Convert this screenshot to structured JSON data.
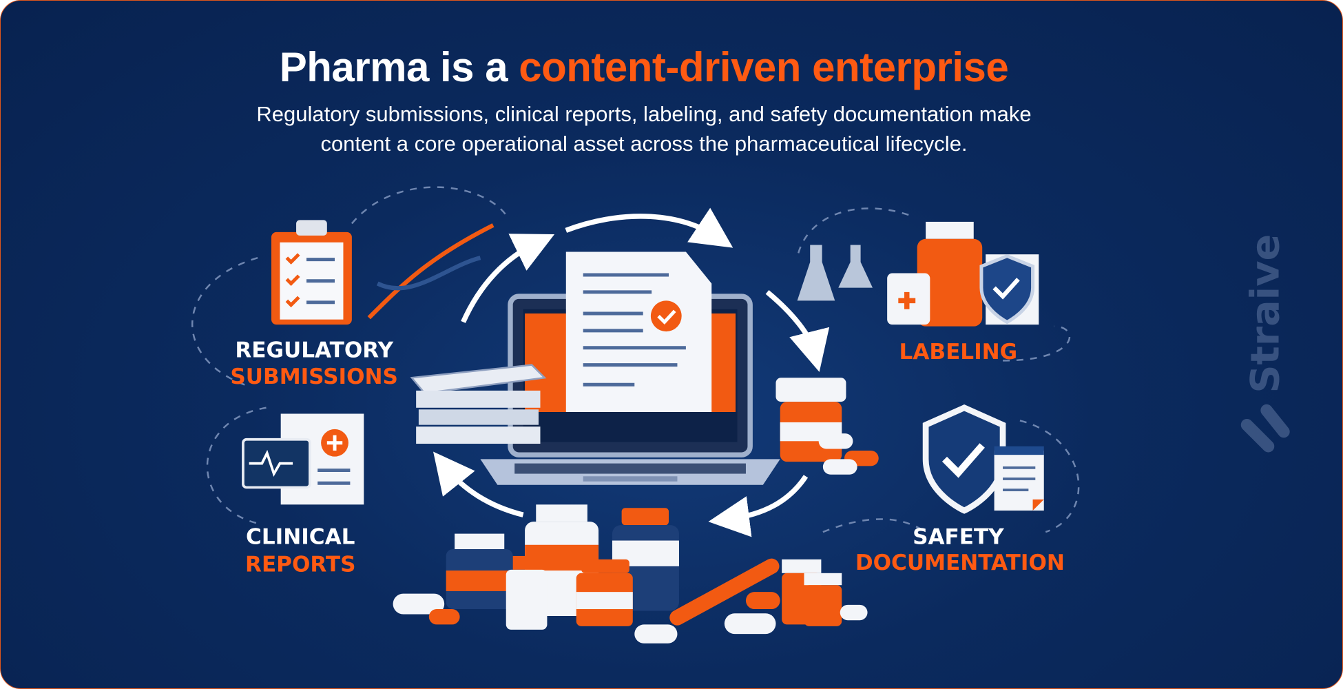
{
  "header": {
    "title_prefix": "Pharma is a ",
    "title_accent": "content-driven enterprise",
    "subtitle_line1": "Regulatory submissions, clinical reports, labeling, and safety documentation make",
    "subtitle_line2": "content a core operational asset across the pharmaceutical lifecycle."
  },
  "sections": {
    "regulatory": {
      "line1": "REGULATORY",
      "line2": "SUBMISSIONS",
      "icon": "clipboard-checklist-icon"
    },
    "labeling": {
      "line1": "LABELING",
      "icon": "medicine-bottle-shield-icon"
    },
    "clinical": {
      "line1": "CLINICAL",
      "line2": "REPORTS",
      "icon": "medical-report-icon"
    },
    "safety": {
      "line1": "SAFETY",
      "line2": "DOCUMENTATION",
      "icon": "shield-check-icon"
    }
  },
  "logo": {
    "text": "Straive"
  },
  "colors": {
    "background": "#0b2a5e",
    "accent": "#ff5a12",
    "white": "#ffffff",
    "muted": "#5c7299"
  }
}
